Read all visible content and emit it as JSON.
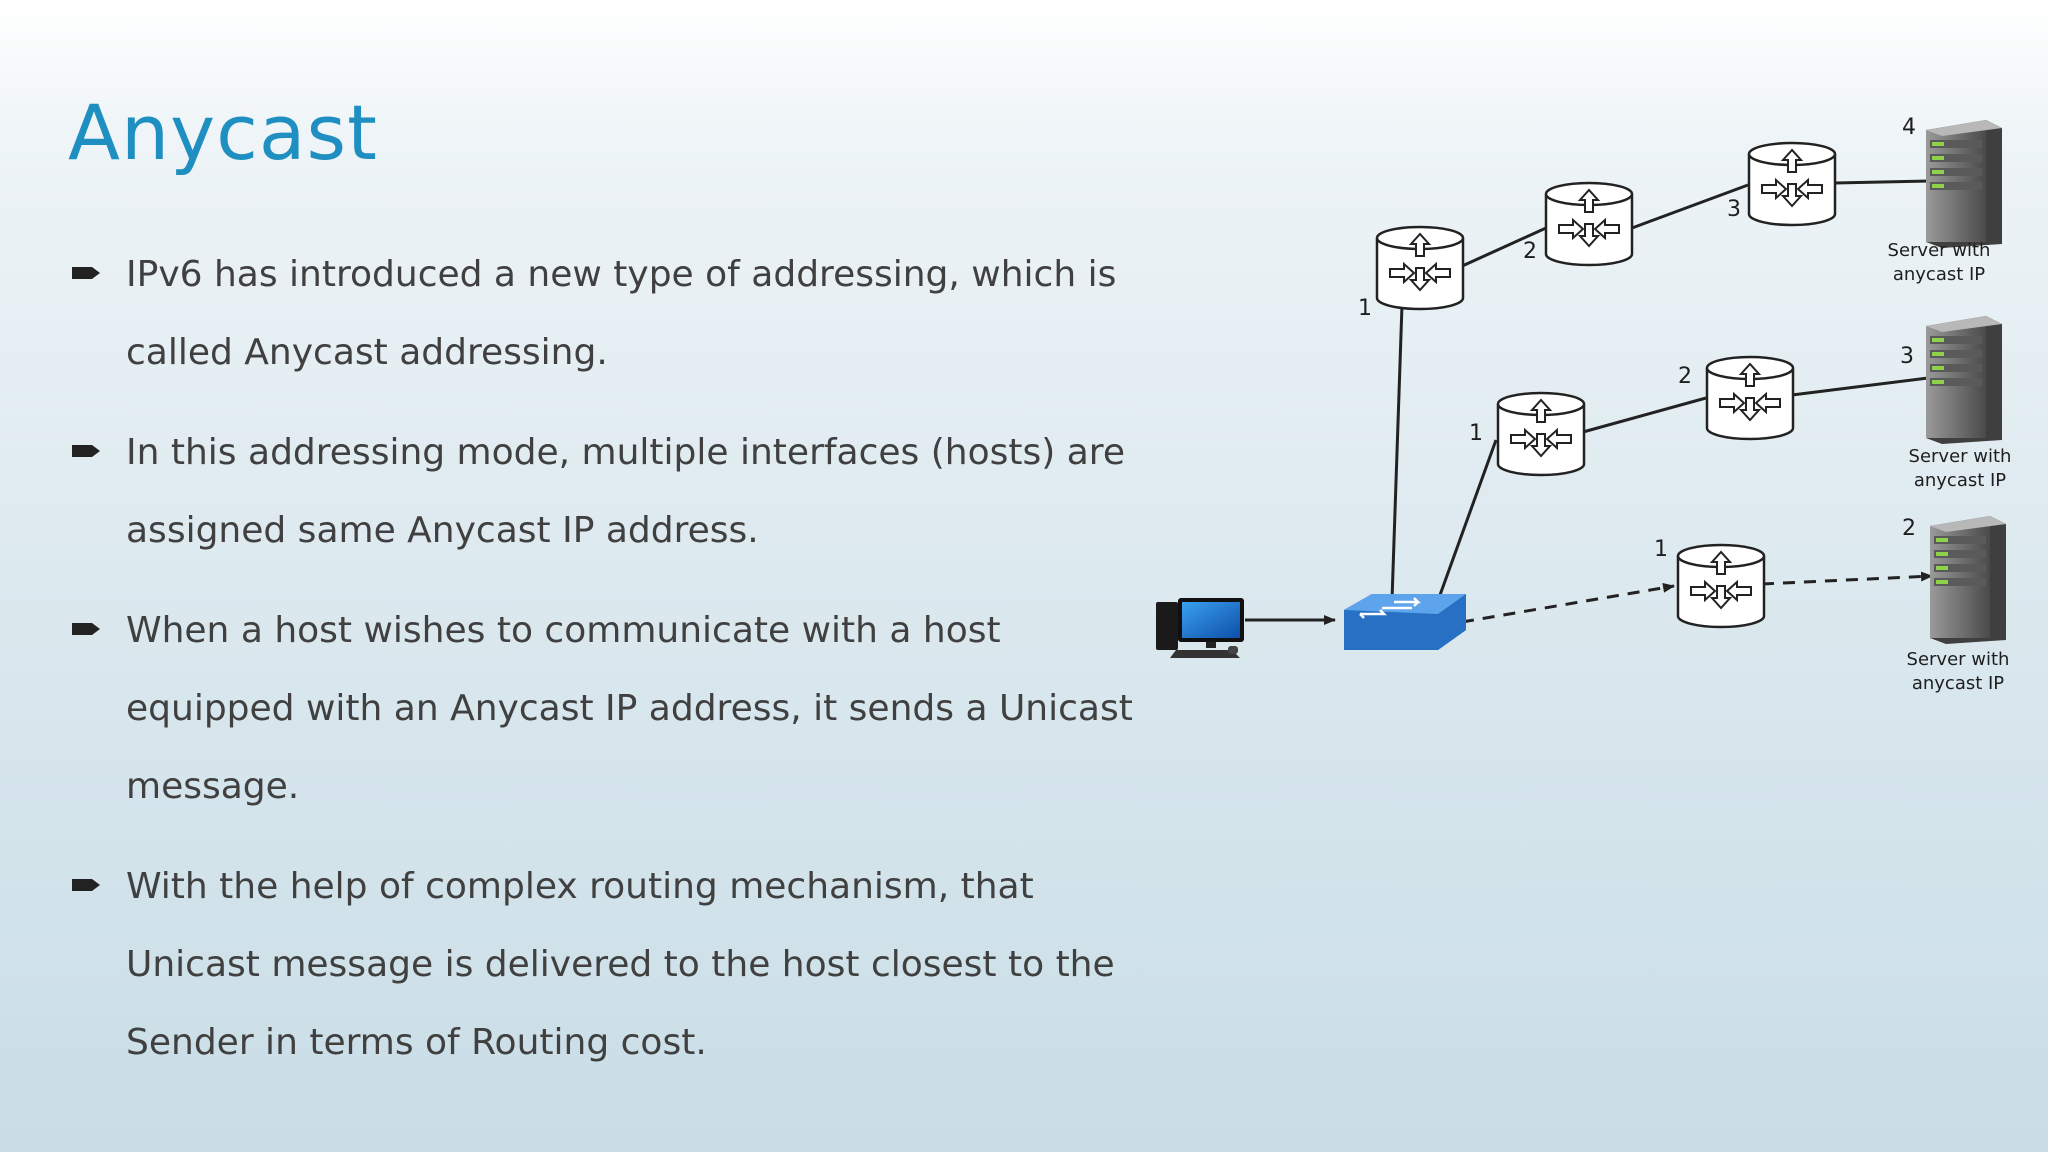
{
  "slide": {
    "title": "Anycast",
    "bullets": [
      "IPv6 has introduced a new type of addressing, which is called Anycast addressing.",
      "In this addressing mode, multiple interfaces (hosts) are assigned same Anycast IP address.",
      "When a host wishes to communicate with a host equipped with an Anycast IP address, it sends a Unicast message.",
      "With the help of complex routing mechanism, that Unicast message is delivered to the host closest to the Sender in terms of Routing cost."
    ]
  },
  "diagram": {
    "hop_labels": {
      "top": [
        "1",
        "2",
        "3",
        "4"
      ],
      "middle": [
        "1",
        "2",
        "3"
      ],
      "bottom": [
        "1",
        "2"
      ]
    },
    "server_captions": {
      "top": [
        "Server with",
        "anycast IP"
      ],
      "middle": [
        "Server with",
        "anycast IP"
      ],
      "bottom": [
        "Server with",
        "anycast IP"
      ]
    }
  },
  "colors": {
    "title": "#1e8fc0",
    "body_text": "#404040",
    "switch": "#2a73c9"
  }
}
